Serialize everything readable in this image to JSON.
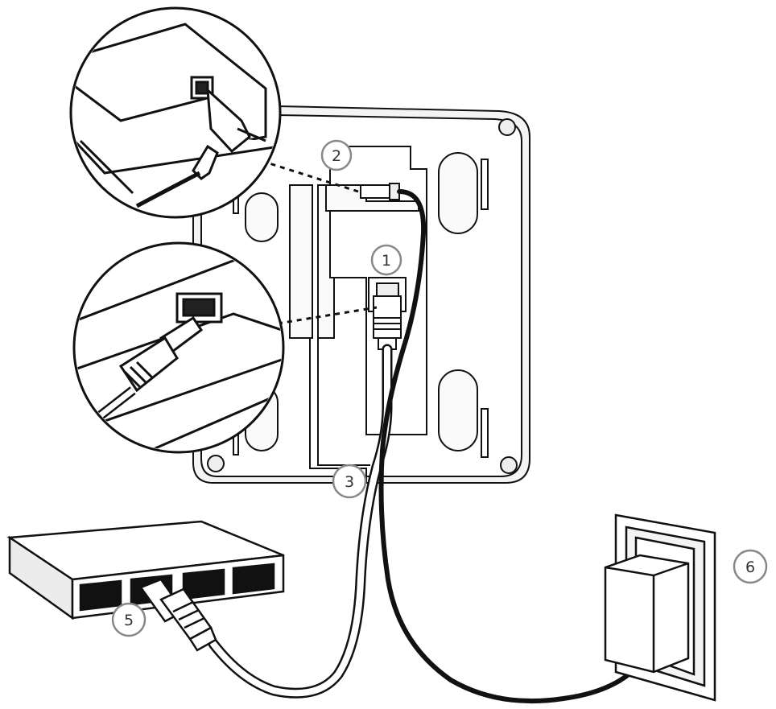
{
  "diagram": {
    "callouts": [
      {
        "id": "1",
        "label": "1"
      },
      {
        "id": "2",
        "label": "2"
      },
      {
        "id": "3",
        "label": "3"
      },
      {
        "id": "5",
        "label": "5"
      },
      {
        "id": "6",
        "label": "6"
      }
    ],
    "colors": {
      "line": "#111111",
      "fill": "#ffffff",
      "callout_stroke": "#888888",
      "shade": "#f2f2f2"
    }
  }
}
